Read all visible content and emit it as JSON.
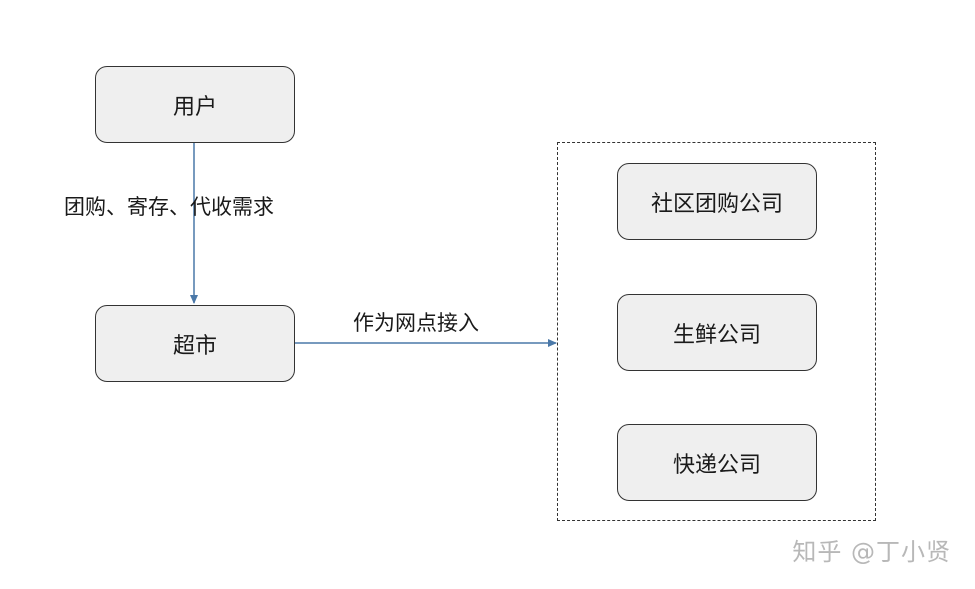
{
  "nodes": {
    "user": "用户",
    "supermarket": "超市",
    "community_group_buy": "社区团购公司",
    "fresh_produce": "生鲜公司",
    "express": "快递公司"
  },
  "edges": {
    "user_to_supermarket": "团购、寄存、代收需求",
    "supermarket_to_group": "作为网点接入"
  },
  "colors": {
    "node_fill": "#efefef",
    "node_border": "#333333",
    "arrow": "#4a78a8"
  },
  "watermark": "知乎 @丁小贤"
}
